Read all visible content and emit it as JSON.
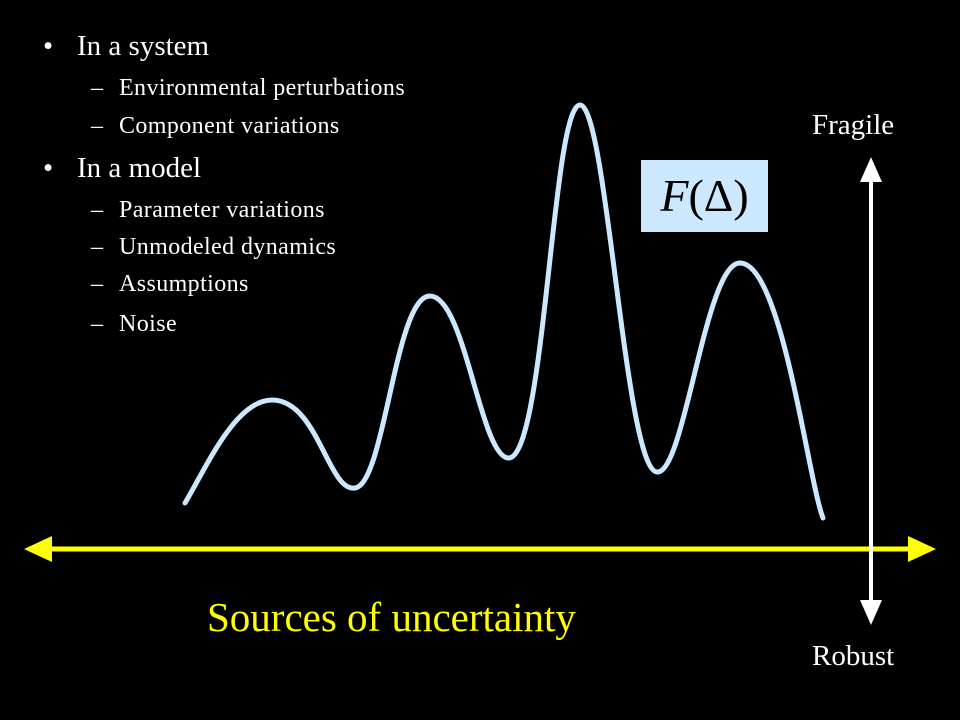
{
  "bullets": [
    {
      "label": "In a system",
      "marker": "•",
      "items": [
        {
          "marker": "–",
          "label": "Environmental  perturbations"
        },
        {
          "marker": "–",
          "label": "Component  variations"
        }
      ]
    },
    {
      "label": "In a model",
      "marker": "•",
      "items": [
        {
          "marker": "–",
          "label": "Parameter variations"
        },
        {
          "marker": "–",
          "label": "Unmodeled dynamics"
        },
        {
          "marker": "–",
          "label": "Assumptions"
        },
        {
          "marker": "–",
          "label": "Noise"
        }
      ]
    }
  ],
  "formula": {
    "f": "F",
    "rest": "(Δ)"
  },
  "vertical_axis": {
    "top_label": "Fragile",
    "bottom_label": "Robust"
  },
  "horizontal_axis": {
    "label": "Sources of uncertainty"
  },
  "colors": {
    "background": "#000000",
    "text": "#ffffff",
    "curve": "#cce8ff",
    "axis_horizontal": "#ffff00",
    "axis_vertical": "#ffffff",
    "formula_box": "#cce8ff"
  }
}
